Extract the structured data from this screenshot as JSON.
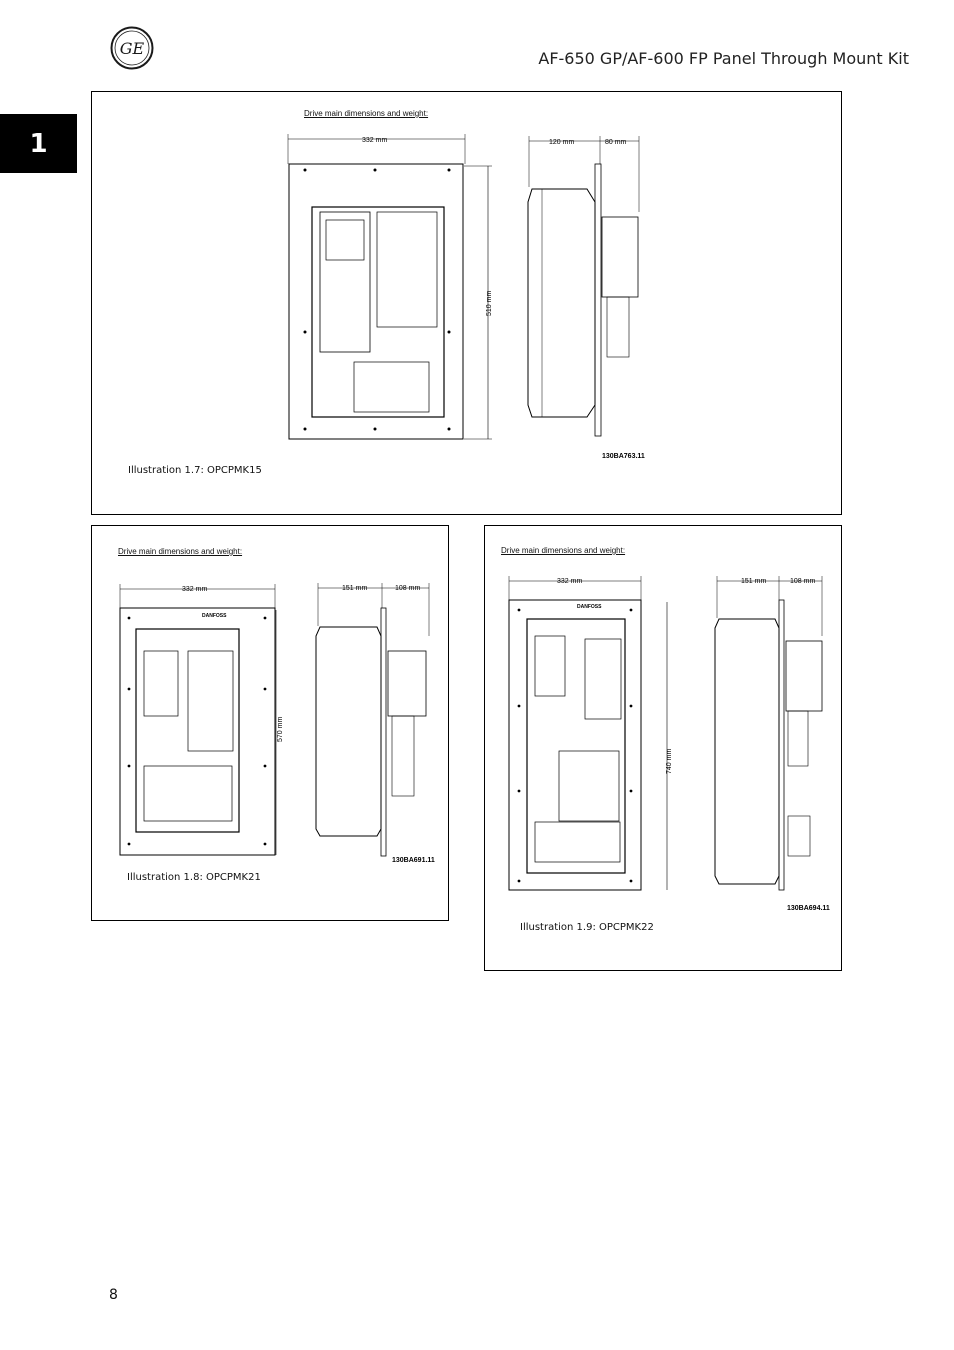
{
  "header": {
    "logo_text": "GE",
    "title": "AF-650 GP/AF-600 FP Panel Through Mount Kit"
  },
  "chapter_tab": "1",
  "figures": [
    {
      "heading": "Drive main dimensions and weight:",
      "width_dim": "332 mm",
      "height_dim": "510 mm",
      "depth_front": "120 mm",
      "depth_back": "80 mm",
      "ref_code": "130BA763.11",
      "caption": "Illustration 1.7: OPCPMK15"
    },
    {
      "heading": "Drive main dimensions and weight:",
      "width_dim": "332 mm",
      "height_dim": "570 mm",
      "depth_front": "151 mm",
      "depth_back": "108 mm",
      "ref_code": "130BA691.11",
      "brand_label": "DANFOSS",
      "caption": "Illustration 1.8: OPCPMK21"
    },
    {
      "heading": "Drive main dimensions and weight:",
      "width_dim": "332 mm",
      "height_dim": "740 mm",
      "depth_front": "151 mm",
      "depth_back": "108 mm",
      "ref_code": "130BA694.11",
      "brand_label": "DANFOSS",
      "caption": "Illustration 1.9: OPCPMK22"
    }
  ],
  "page_number": "8"
}
